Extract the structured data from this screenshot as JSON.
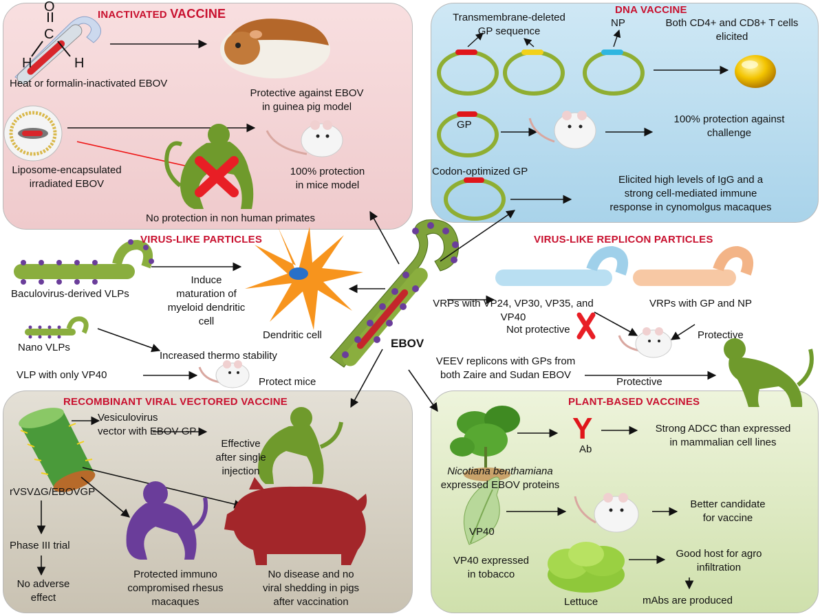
{
  "sections": {
    "inactivated": {
      "title_a": "INACTIVATED",
      "title_b": "VACCINE",
      "heat_formalin": "Heat or formalin-inactivated EBOV",
      "guinea_pig": [
        "Protective against EBOV",
        "in guinea pig model"
      ],
      "liposome": [
        "Liposome-encapsulated",
        "irradiated EBOV"
      ],
      "mice_protection": [
        "100% protection",
        "in mice model"
      ],
      "no_protection": "No protection in non human primates",
      "formula_o": "O",
      "formula_c": "C",
      "formula_h1": "H",
      "formula_h2": "H"
    },
    "dna": {
      "title": "DNA VACCINE",
      "tm_deleted": [
        "Transmembrane-deleted",
        "GP sequence"
      ],
      "np": "NP",
      "t_cells": [
        "Both CD4+ and CD8+ T cells",
        "elicited"
      ],
      "gp": "GP",
      "protection": [
        "100% protection against",
        "challenge"
      ],
      "codon": "Codon-optimized GP",
      "igg": [
        "Elicited high levels of IgG and a",
        "strong cell-mediated immune",
        "response in cynomolgus macaques"
      ]
    },
    "vlp": {
      "title": "VIRUS-LIKE PARTICLES",
      "baculo": "Baculovirus-derived VLPs",
      "induce": [
        "Induce",
        "maturation of",
        "myeloid dendritic",
        "cell"
      ],
      "nano": "Nano VLPs",
      "thermo": "Increased thermo stability",
      "vp40_only": "VLP with only VP40",
      "protect_mice": "Protect mice",
      "dendritic": "Dendritic cell"
    },
    "center": {
      "ebov": "EBOV"
    },
    "vrp": {
      "title": "VIRUS-LIKE REPLICON PARTICLES",
      "vrps_vp": [
        "VRPs with VP24, VP30, VP35, and",
        "VP40"
      ],
      "not_protective": "Not protective",
      "vrps_gp_np": "VRPs with GP and NP",
      "protective_1": "Protective",
      "veev": [
        "VEEV replicons with GPs from",
        "both Zaire and Sudan EBOV"
      ],
      "protective_2": "Protective"
    },
    "rvv": {
      "title": "RECOMBINANT VIRAL VECTORED VACCINE",
      "vesiculo": [
        "Vesiculovirus",
        "vector  with EBOV GP"
      ],
      "effective": [
        "Effective",
        "after single",
        "injection"
      ],
      "rvsv": "rVSVΔG/EBOVGP",
      "phase3": "Phase III trial",
      "no_adverse": [
        "No adverse",
        "effect"
      ],
      "protected_rhesus": [
        "Protected immuno",
        "compromised rhesus",
        "macaques"
      ],
      "pigs": [
        "No disease and no",
        "viral shedding in pigs",
        "after vaccination"
      ]
    },
    "plant": {
      "title": "PLANT-BASED VACCINES",
      "ab_y": "Y",
      "ab": "Ab",
      "adcc": [
        "Strong ADCC than expressed",
        "in mammalian cell lines"
      ],
      "nicotiana_species": "Nicotiana benthamiana",
      "nicotiana_expr": "expressed EBOV proteins",
      "vp40": "VP40",
      "better": [
        "Better candidate",
        "for vaccine"
      ],
      "vp40_tobacco": [
        "VP40 expressed",
        "in tobacco"
      ],
      "agro": [
        "Good host for agro",
        "infiltration"
      ],
      "mabs": "mAbs are produced",
      "lettuce": "Lettuce"
    }
  },
  "colors": {
    "title_red": "#c8102e",
    "monkey_green": "#6f9a2c",
    "monkey_purple": "#6a3d9a",
    "pig_red": "#a3262a",
    "plasmid_green": "#8fae32",
    "insert_red": "#e0161b",
    "insert_yellow": "#f2d11a",
    "insert_blue": "#2fb6e0",
    "cross_red": "#e81e25",
    "dendritic_orange": "#f7941d"
  }
}
